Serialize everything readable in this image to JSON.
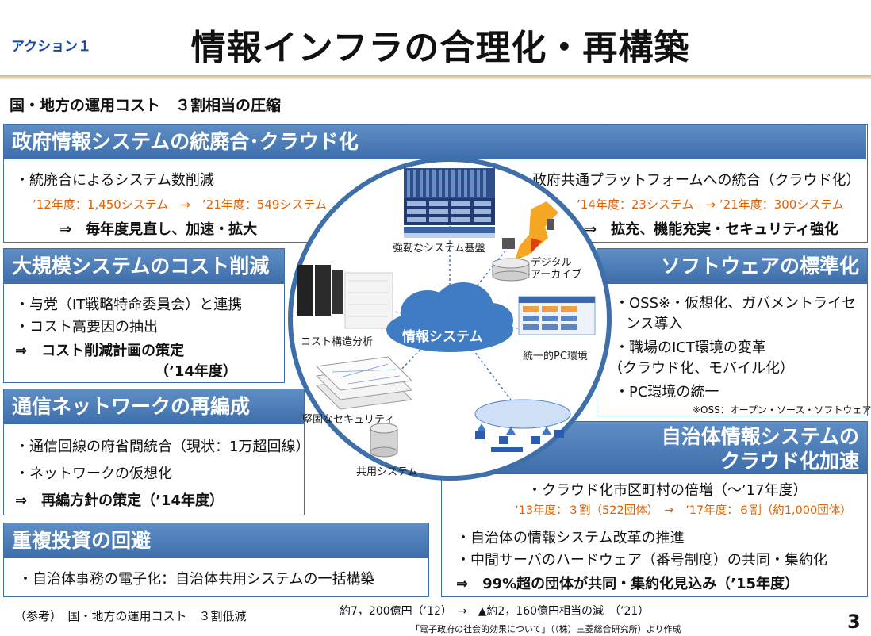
{
  "header": {
    "action": "アクション１",
    "title": "情報インフラの合理化・再構築",
    "subtitle": "国・地方の運用コスト　３割相当の圧縮"
  },
  "panels": {
    "gov": {
      "title": "政府情報システムの統廃合･クラウド化",
      "left_item": "・統廃合によるシステム数削減",
      "left_stat": "’12年度：1,450システム　→　’21年度：549システム",
      "left_result": "⇒　毎年度見直し、加速・拡大",
      "right_item": "・政府共通プラットフォームへの統合（クラウド化）",
      "right_stat": "’14年度：23システム　→ ’21年度：300システム",
      "right_result": "⇒　拡充、機能充実・セキュリティ強化"
    },
    "large": {
      "title": "大規模システムのコスト削減",
      "l1": "・与党（IT戦略特命委員会）と連携",
      "l2": "・コスト高要因の抽出",
      "l3": "⇒　コスト削減計画の策定",
      "l4": "（’14年度）"
    },
    "software": {
      "title": "ソフトウェアの標準化",
      "l1": "・OSS※・仮想化、ガバメントライセ",
      "l2": "ンス導入",
      "l3": "・職場のICT環境の変革",
      "l4": "（クラウド化、モバイル化）",
      "l5": "・PC環境の統一",
      "note": "※OSS：オープン・ソース・ソフトウェア"
    },
    "network": {
      "title": "通信ネットワークの再編成",
      "l1": "・通信回線の府省間統合（現状：1万超回線）",
      "l2": "・ネットワークの仮想化",
      "l3": "⇒　再編方針の策定（’14年度）"
    },
    "local": {
      "title1": "自治体情報システムの",
      "title2": "クラウド化加速",
      "l1": "・クラウド化市区町村の倍増（～’17年度）",
      "l2": "’13年度：３割（522団体）　→　’17年度：６割（約1,000団体）",
      "l3": "・自治体の情報システム改革の推進",
      "l4": "・中間サーバのハードウェア（番号制度）の共同・集約化",
      "l5": "⇒　99%超の団体が共同・集約化見込み（’15年度）"
    },
    "dup": {
      "title": "重複投資の回避",
      "l1": "・自治体事務の電子化：自治体共用システムの一括構築"
    }
  },
  "circle": {
    "center": "情報システム",
    "platform": "強靭なシステム基盤",
    "archive": "デジタル\nアーカイブ",
    "archive1": "デジタル",
    "archive2": "アーカイブ",
    "pc": "統一的PC環境",
    "security": "堅固なセキュリティ",
    "shared": "共用システム",
    "cost": "コスト構造分析"
  },
  "footer": {
    "ref": "（参考）　国・地方の運用コスト　３割低減",
    "cost": "約7，200億円（’12）　→　▲約2，160億円相当の減　（’21）",
    "source": "「電子政府の社会的効果について」（（株）三菱総合研究所）より作成",
    "page": "3"
  },
  "colors": {
    "panel_blue": "#3f6fa8",
    "accent_orange": "#e06000",
    "action_blue": "#1a4aa0"
  }
}
